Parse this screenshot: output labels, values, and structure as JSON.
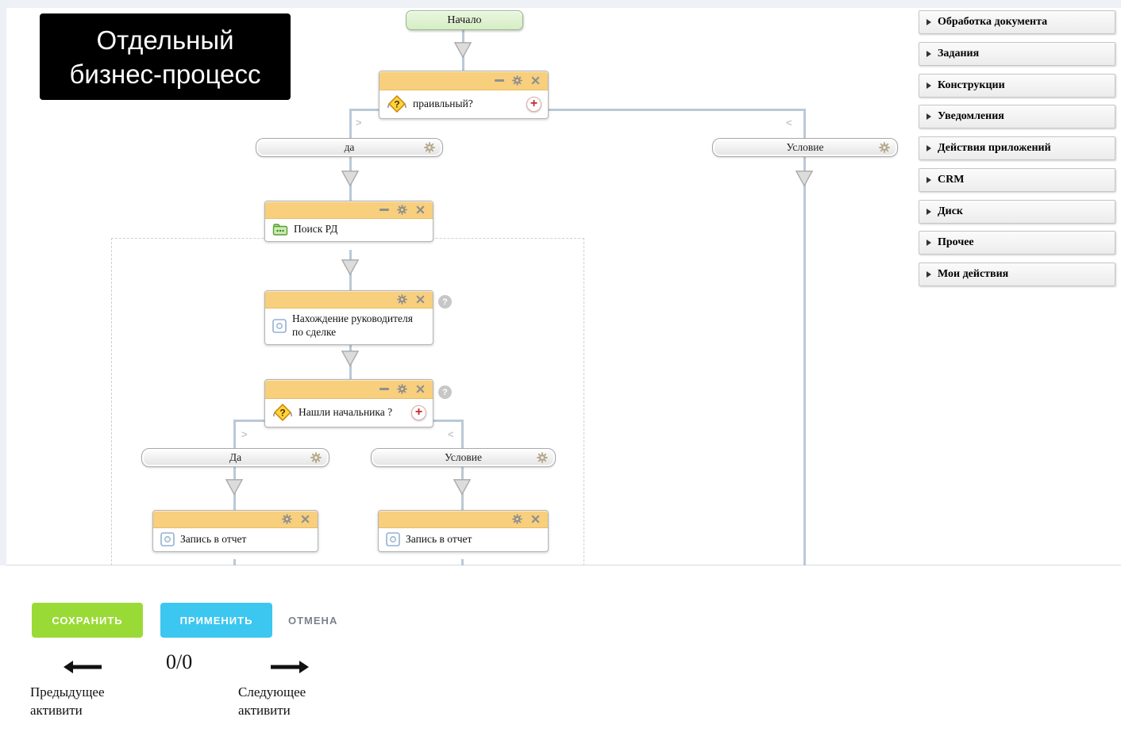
{
  "annotation": {
    "line1": "Отдельный",
    "line2": "бизнес-процесс"
  },
  "flow": {
    "start": {
      "label": "Начало"
    },
    "condition1": {
      "label": "праивльный?"
    },
    "branch_yes_top": {
      "label": "да"
    },
    "branch_condition_top": {
      "label": "Условие"
    },
    "search_block": {
      "label": "Поиск РД"
    },
    "find_manager_block": {
      "label": "Нахождение руководителя по сделке"
    },
    "condition2": {
      "label": "Нашли начальника ?"
    },
    "branch_yes2": {
      "label": "Да"
    },
    "branch_condition2": {
      "label": "Условие"
    },
    "report_block_left": {
      "label": "Запись в отчет"
    },
    "report_block_right": {
      "label": "Запись в отчет"
    }
  },
  "sidebar": {
    "items": [
      {
        "label": "Обработка документа"
      },
      {
        "label": "Задания"
      },
      {
        "label": "Конструкции"
      },
      {
        "label": "Уведомления"
      },
      {
        "label": "Действия приложений"
      },
      {
        "label": "CRM"
      },
      {
        "label": "Диск"
      },
      {
        "label": "Прочее"
      },
      {
        "label": "Мои действия"
      }
    ]
  },
  "toolbar": {
    "save_label": "СОХРАНИТЬ",
    "apply_label": "ПРИМЕНИТЬ",
    "cancel_label": "ОТМЕНА"
  },
  "pager": {
    "counter": "0/0",
    "prev_label": "Предыдущее активити",
    "next_label": "Следующее активити"
  },
  "icons": {
    "minimize": "−",
    "add_branch": "+",
    "help": "?",
    "chevron_right": ">",
    "chevron_left": "<"
  },
  "colors": {
    "block_header_orange": "#f7cf7d",
    "flow_line": "#bac9d6",
    "save_green": "#9ada36",
    "apply_blue": "#3bc7f0",
    "start_fill": "#d6edc4",
    "annotation_bg": "#000000"
  }
}
